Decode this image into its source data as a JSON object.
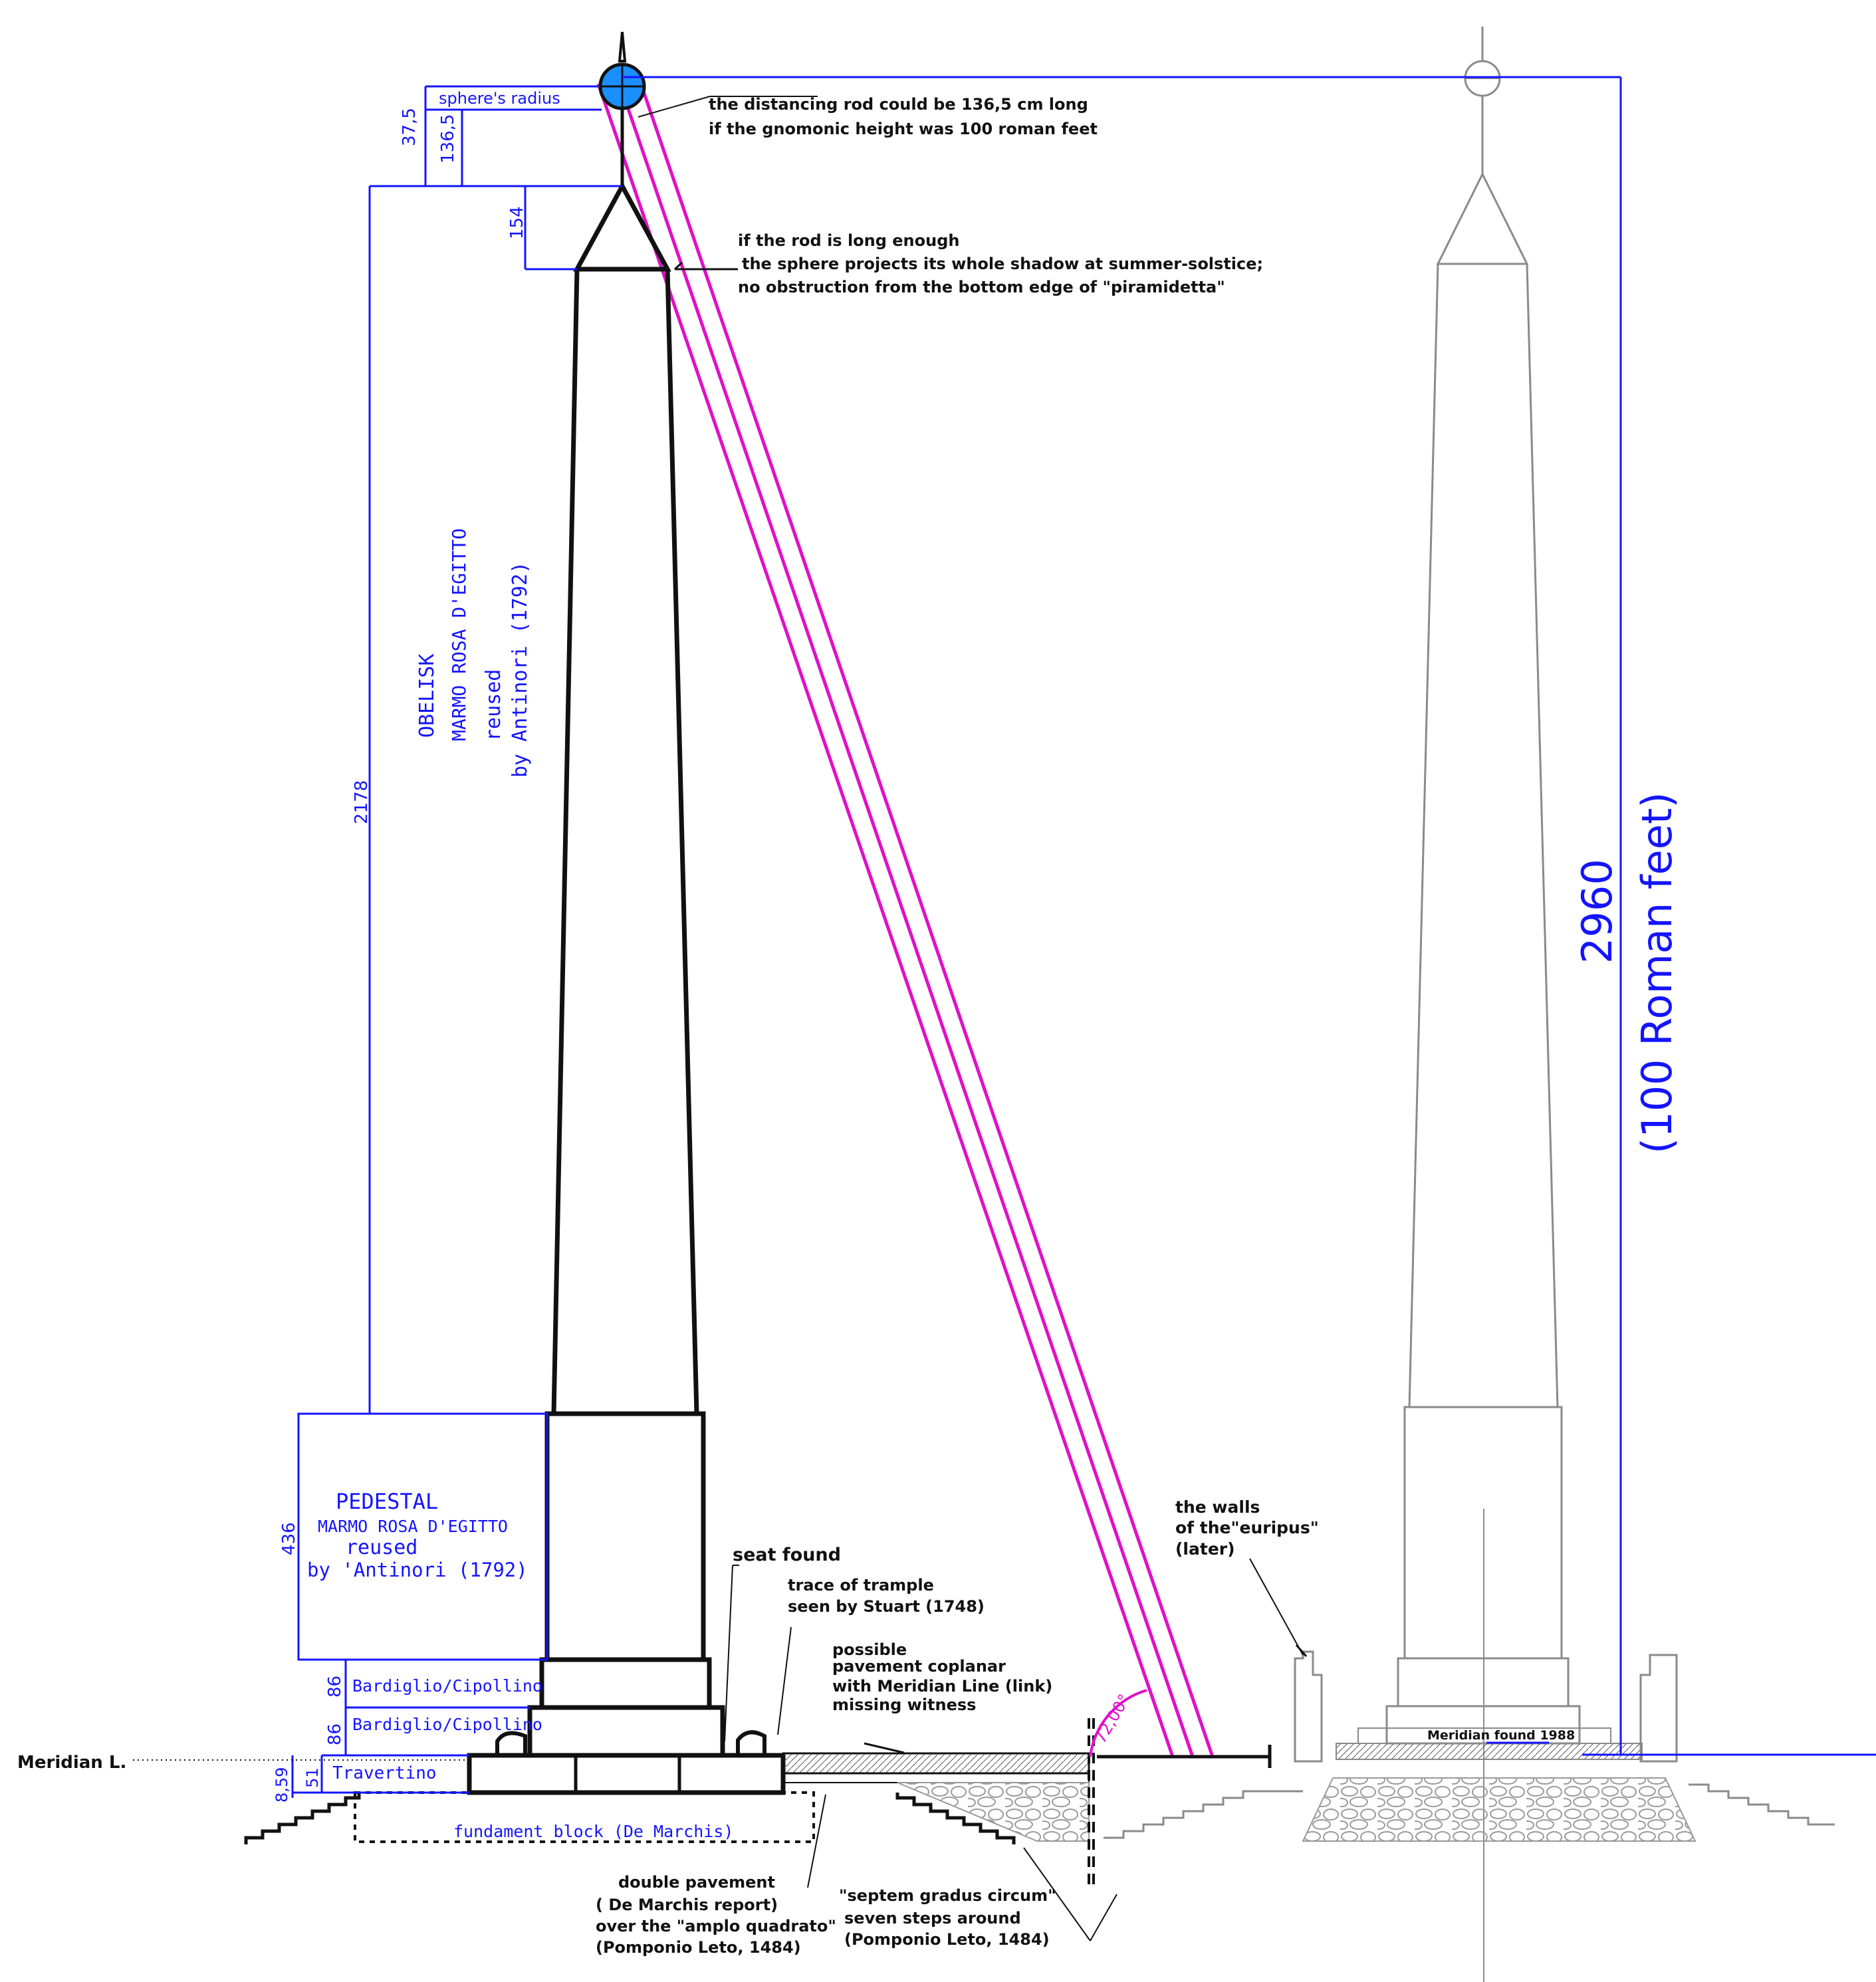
{
  "labels": {
    "sphere_radius": "sphere's radius",
    "rod_note_1": "the distancing rod could be 136,5 cm long",
    "rod_note_2": "if the gnomonic height was 100 roman feet",
    "shadow_note_1": "if the rod is long enough",
    "shadow_note_2": "the sphere projects its whole shadow at summer-solstice;",
    "shadow_note_3": "no obstruction from the bottom edge of \"piramidetta\"",
    "obelisk_1": "OBELISK",
    "obelisk_2": "MARMO ROSA D'EGITTO",
    "obelisk_3": "reused",
    "obelisk_4": "by Antinori (1792)",
    "pedestal_1": "PEDESTAL",
    "pedestal_2": "MARMO ROSA D'EGITTO",
    "pedestal_3": "reused",
    "pedestal_4": "by 'Antinori (1792)",
    "bardiglio_1": "Bardiglio/Cipollino",
    "bardiglio_2": "Bardiglio/Cipollino",
    "travertino": "Travertino",
    "meridian_l": "Meridian L.",
    "fundament": "fundament block (De Marchis)",
    "seat_found": "seat found",
    "trample_1": "trace of trample",
    "trample_2": "seen by Stuart (1748)",
    "possible_1": "possible",
    "possible_2": "pavement coplanar",
    "possible_3": "with Meridian Line (link)",
    "possible_4": "missing witness",
    "walls_1": "the walls",
    "walls_2": "of the\"euripus\"",
    "walls_3": "(later)",
    "meridian_found": "Meridian found 1988",
    "double_1": "double pavement",
    "double_2": "( De Marchis report)",
    "double_3": "over the \"amplo quadrato\"",
    "double_4": "(Pomponio Leto, 1484)",
    "septem_1": "\"septem gradus circum\"",
    "septem_2": "seven steps around",
    "septem_3": "(Pomponio Leto, 1484)",
    "total_1": "2960",
    "total_2": "(100 Roman feet)",
    "angle": "72,00°"
  },
  "dimensions": {
    "d_37_5": "37,5",
    "d_136_5": "136,5",
    "d_154": "154",
    "d_2178": "2178",
    "d_436": "436",
    "d_86a": "86",
    "d_86b": "86",
    "d_51": "51",
    "d_8_59": "8,59"
  },
  "colors": {
    "ink": "#111111",
    "dimension_blue": "#1414ff",
    "sun_ray": "#e010c8",
    "sphere": "#1a8fff",
    "second_view": "#8a8a8a"
  }
}
